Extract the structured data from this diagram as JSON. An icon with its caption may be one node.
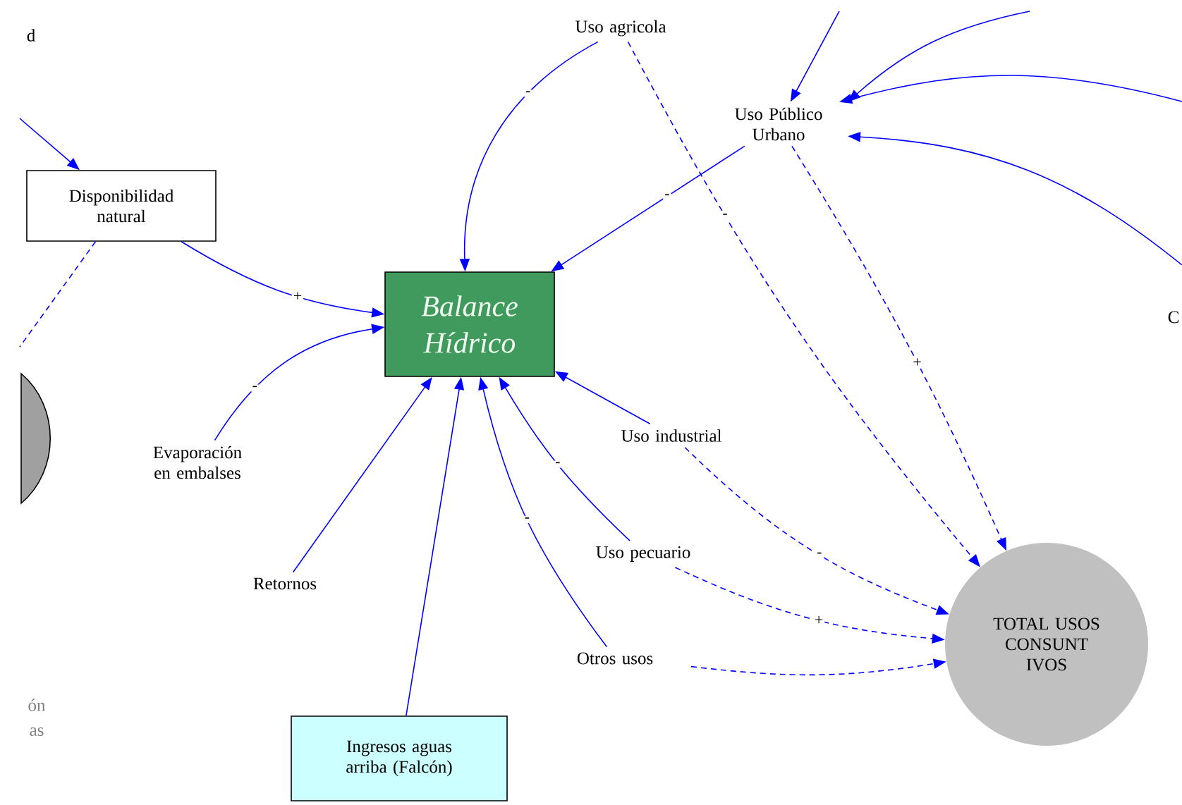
{
  "diagram": {
    "nodes": [
      {
        "text": [
          "Uso agricola"
        ]
      },
      {
        "text": [
          "Uso Público Urbano"
        ]
      },
      {
        "text": [
          "Disponibilidad natural"
        ]
      },
      {
        "text": [
          "Balance Hídrico"
        ]
      },
      {
        "text": [
          "Evaporación en embalses"
        ]
      },
      {
        "text": [
          "Uso industrial"
        ]
      },
      {
        "text": [
          "Retornos"
        ]
      },
      {
        "text": [
          "Uso pecuario"
        ]
      },
      {
        "text": [
          "Otros usos"
        ]
      },
      {
        "text": [
          "Ingresos aguas arriba (Falcón)"
        ]
      },
      {
        "text": [
          "TOTAL USOS CONSUNT IVOS"
        ]
      },
      {
        "text": [],
        "shape": "circle"
      }
    ],
    "edges": [
      {
        "from": 0,
        "to": 3,
        "arrow": "to",
        "label": "-"
      },
      {
        "from": 1,
        "to": 3,
        "arrow": "to",
        "label": "-"
      },
      {
        "from": 2,
        "to": 3,
        "arrow": "to",
        "label": "+"
      },
      {
        "from": 4,
        "to": 3,
        "arrow": "to",
        "label": "-"
      },
      {
        "from": 5,
        "to": 3,
        "arrow": "to"
      },
      {
        "from": 6,
        "to": 3,
        "arrow": "to"
      },
      {
        "from": 7,
        "to": 3,
        "arrow": "to",
        "label": "-"
      },
      {
        "from": 8,
        "to": 3,
        "arrow": "to",
        "label": "-"
      },
      {
        "from": 9,
        "to": 3,
        "arrow": "to"
      },
      {
        "from": 0,
        "to": 10,
        "arrow": "to",
        "label": "-",
        "style": "dashed"
      },
      {
        "from": 1,
        "to": 10,
        "arrow": "to",
        "label": "+",
        "style": "dashed"
      },
      {
        "from": 5,
        "to": 10,
        "arrow": "to",
        "label": "-",
        "style": "dashed"
      },
      {
        "from": 7,
        "to": 10,
        "arrow": "to",
        "label": "+",
        "style": "dashed"
      },
      {
        "from": 8,
        "to": 10,
        "arrow": "to",
        "style": "dashed"
      },
      {
        "from": null,
        "to": 1,
        "arrow": "to"
      },
      {
        "from": null,
        "to": 1,
        "arrow": "to"
      },
      {
        "from": null,
        "to": 1,
        "arrow": "to"
      },
      {
        "from": null,
        "to": 1,
        "arrow": "to"
      },
      {
        "from": null,
        "to": 2,
        "arrow": "to"
      },
      {
        "from": 2,
        "to": null,
        "arrow": "none",
        "style": "dashed"
      }
    ],
    "labels": [
      "d",
      "ón",
      "as",
      "C"
    ]
  }
}
